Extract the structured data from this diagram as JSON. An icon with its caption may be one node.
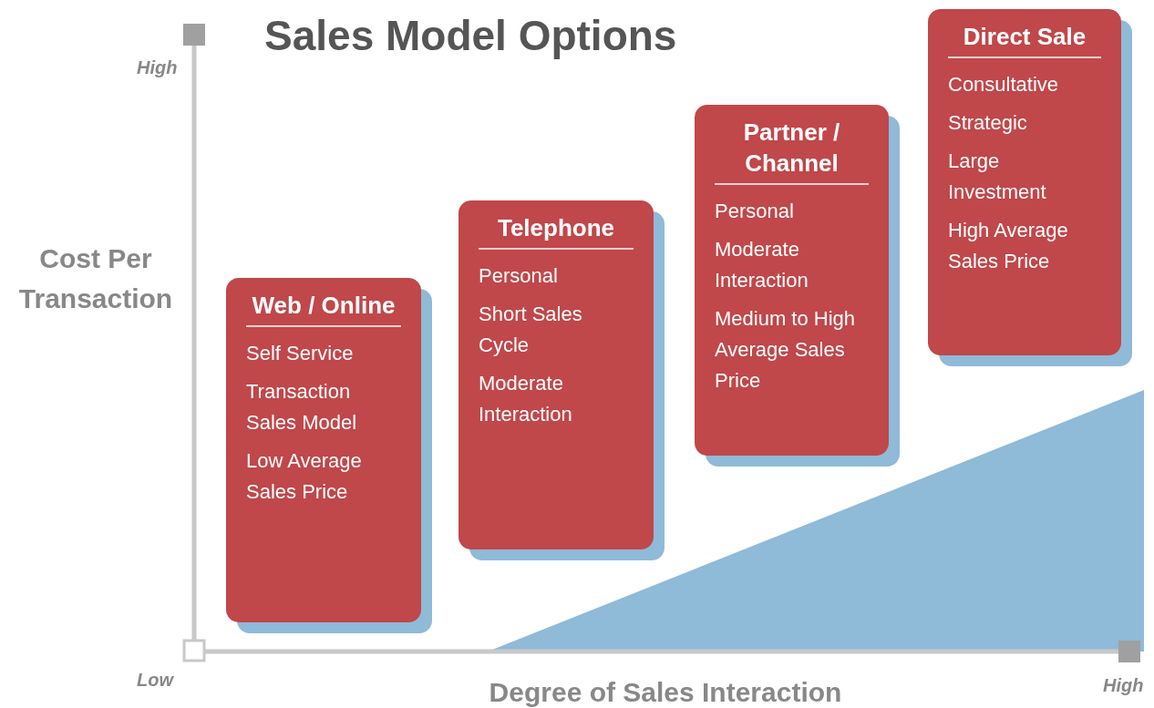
{
  "diagram": {
    "title": "Sales Model Options",
    "nodes": [
      {
        "text": [
          "Web / Online",
          "Self Service",
          "Transaction Sales Model",
          "Low Average Sales Price"
        ]
      },
      {
        "text": [
          "Telephone",
          "Personal",
          "Short Sales Cycle",
          "Moderate Interaction"
        ]
      },
      {
        "text": [
          "Partner / Channel",
          "Personal",
          "Moderate Interaction",
          "Medium to High Average Sales Price"
        ]
      },
      {
        "text": [
          "Direct Sale",
          "Consultative",
          "Strategic",
          "Large Investment",
          "High Average Sales Price"
        ]
      }
    ],
    "edges": [],
    "labels": [
      "High",
      "Cost Per Transaction",
      "Low",
      "Degree of Sales Interaction",
      "High"
    ]
  }
}
